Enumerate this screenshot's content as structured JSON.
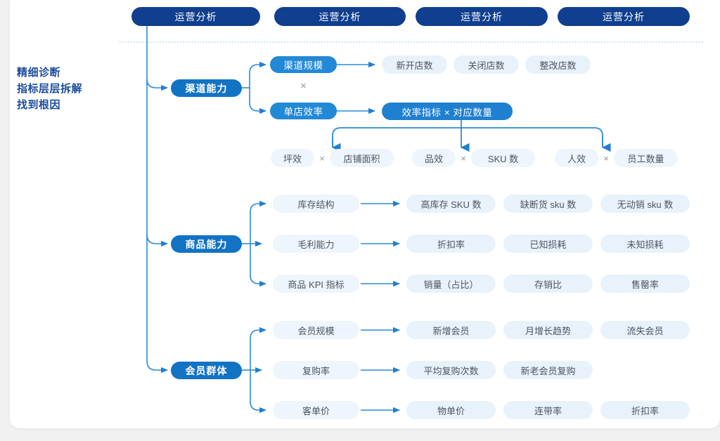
{
  "theme": {
    "page_bg": "#f0f0f0",
    "card_bg": "#ffffff",
    "tab_color": "#103f8f",
    "level1_color": "#1273c4",
    "level2_color": "#2289d6",
    "leaf_color": "#e8f2fb",
    "line_color": "#2b8ad9",
    "lede_color": "#1a4b9e"
  },
  "lede": {
    "line1": "精细诊断",
    "line2": "指标层层拆解",
    "line3": "找到根因"
  },
  "tabs": [
    {
      "label": "运营分析"
    },
    {
      "label": "运营分析"
    },
    {
      "label": "运营分析"
    },
    {
      "label": "运营分析"
    }
  ],
  "branches": [
    {
      "id": "channel",
      "label": "渠道能力",
      "children": [
        {
          "label": "渠道规模",
          "leaves": [
            "新开店数",
            "关闭店数",
            "整改店数"
          ]
        },
        {
          "label": "单店效率",
          "formula": "效率指标 × 对应数量"
        }
      ],
      "operator": "×",
      "formula_pairs": [
        {
          "left": "坪效",
          "op": "×",
          "right": "店铺面积"
        },
        {
          "left": "品效",
          "op": "×",
          "right": "SKU 数"
        },
        {
          "left": "人效",
          "op": "×",
          "right": "员工数量"
        }
      ]
    },
    {
      "id": "product",
      "label": "商品能力",
      "rows": [
        {
          "label": "库存结构",
          "leaves": [
            "高库存 SKU 数",
            "缺断货 sku 数",
            "无动销 sku 数"
          ]
        },
        {
          "label": "毛利能力",
          "leaves": [
            "折扣率",
            "已知损耗",
            "未知损耗"
          ]
        },
        {
          "label": "商品 KPI 指标",
          "leaves": [
            "销量（占比）",
            "存销比",
            "售罄率"
          ]
        }
      ]
    },
    {
      "id": "member",
      "label": "会员群体",
      "rows": [
        {
          "label": "会员规模",
          "leaves": [
            "新增会员",
            "月增长趋势",
            "流失会员"
          ]
        },
        {
          "label": "复购率",
          "leaves": [
            "平均复购次数",
            "新老会员复购"
          ]
        },
        {
          "label": "客单价",
          "leaves": [
            "物单价",
            "连带率",
            "折扣率"
          ]
        }
      ]
    }
  ]
}
